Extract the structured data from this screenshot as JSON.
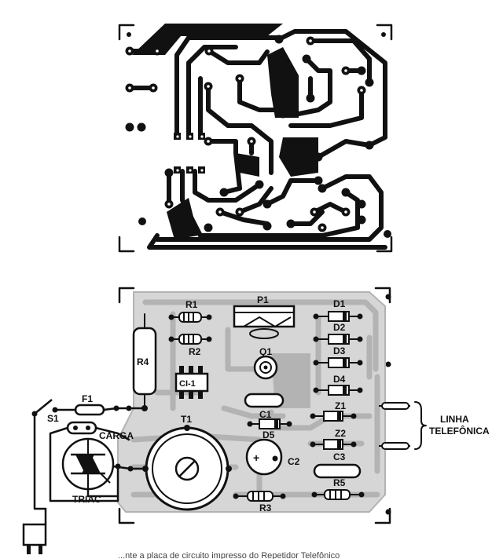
{
  "components": {
    "r1": "R1",
    "r2": "R2",
    "r3": "R3",
    "r4": "R4",
    "r5": "R5",
    "p1": "P1",
    "q1": "Q1",
    "ci1": "CI-1",
    "t1": "T1",
    "c1": "C1",
    "c2": "C2",
    "c3": "C3",
    "d1": "D1",
    "d2": "D2",
    "d3": "D3",
    "d4": "D4",
    "d5": "D5",
    "z1": "Z1",
    "z2": "Z2",
    "f1": "F1",
    "s1": "S1",
    "carga": "CARGA",
    "triac": "TRIAC"
  },
  "line": {
    "line1": "LINHA",
    "line2": "TELEFÔNICA"
  },
  "caption": "...nte a placa de circuito impresso do Repetidor Telefônico",
  "colors": {
    "ink": "#111111",
    "board": "#d6d6d6",
    "copper": "#b3b3b3"
  }
}
